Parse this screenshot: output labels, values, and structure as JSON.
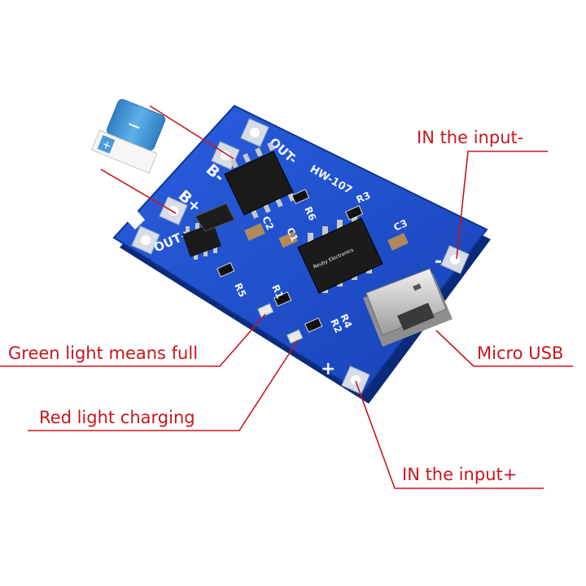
{
  "callouts": {
    "in_minus": "IN the input-",
    "green_light": "Green  light means full",
    "red_light": "Red light charging",
    "micro_usb": "Micro USB",
    "in_plus": "IN the input+"
  },
  "board": {
    "model": "HW-107",
    "out_minus": "OUT-",
    "out_plus": "OUT+",
    "b_minus": "B-",
    "b_plus": "B+",
    "minus": "-",
    "plus": "+",
    "r1": "R1",
    "r2": "R2",
    "r3": "R3",
    "r4": "R4",
    "r5": "R5",
    "r6": "R6",
    "c1": "C1",
    "c2": "C2",
    "c3": "C3",
    "ic_marking": "Reuby Electronics"
  },
  "battery": {
    "minus": "−",
    "plus": "+"
  },
  "colors": {
    "callout_red": "#c8161d",
    "pcb_blue": "#1f4fd1",
    "battery_blue": "#3f95d6"
  }
}
